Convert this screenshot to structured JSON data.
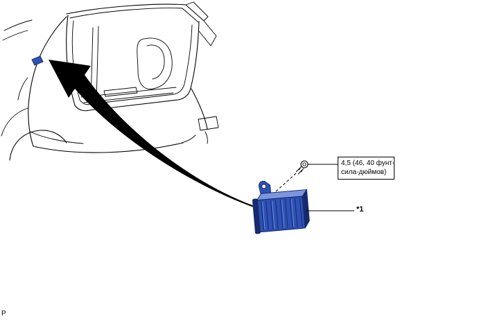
{
  "diagram": {
    "torque_label": {
      "lines": [
        "4,5 (46, 40 фунт-",
        "сила-дюймов)"
      ]
    },
    "part_label": "*1",
    "corner_text": "P",
    "colors": {
      "background": "#ffffff",
      "line_color": "#000000",
      "arrow_color": "#000000",
      "component_blue": "#2e52b5",
      "component_blue_dark": "#172a6e",
      "component_blue_light": "#7b96dd"
    }
  }
}
